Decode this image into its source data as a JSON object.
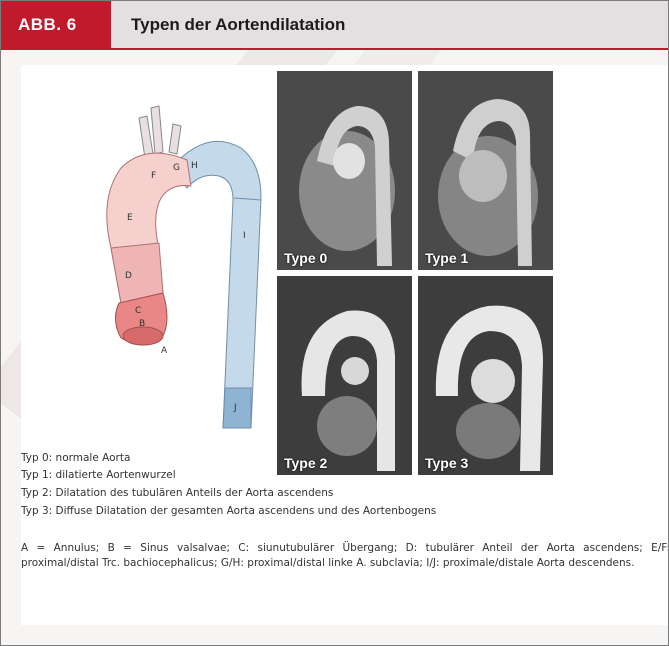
{
  "header": {
    "tab_label": "ABB. 6",
    "title": "Typen der Aortendilatation"
  },
  "diagram": {
    "segments": [
      "A",
      "B",
      "C",
      "D",
      "E",
      "F",
      "G",
      "H",
      "I",
      "J"
    ],
    "colors": {
      "ascending": "#efb5b5",
      "ascending_light": "#f5d0cc",
      "root": "#e98686",
      "descending": "#c4d9ea",
      "descending_dark": "#8fb3d3"
    }
  },
  "ct_panels": [
    {
      "label": "Type 0"
    },
    {
      "label": "Type 1"
    },
    {
      "label": "Type 2"
    },
    {
      "label": "Type 3"
    }
  ],
  "legend": [
    "Typ 0: normale Aorta",
    "Typ 1: dilatierte Aortenwurzel",
    "Typ 2: Dilatation des tubulären Anteils der Aorta ascendens",
    "Typ 3: Diffuse Dilatation der gesamten Aorta ascendens und des Aortenbogens"
  ],
  "abbreviations": "A = Annulus; B = Sinus valsalvae; C: siunutubulärer Übergang; D: tubulärer Anteil der Aorta ascendens; E/F: proximal/distal Trc. bachiocephalicus; G/H: proximal/distal linke A. subclavia; I/J: proximale/distale Aorta descendens.",
  "accent_color": "#c11a2d"
}
